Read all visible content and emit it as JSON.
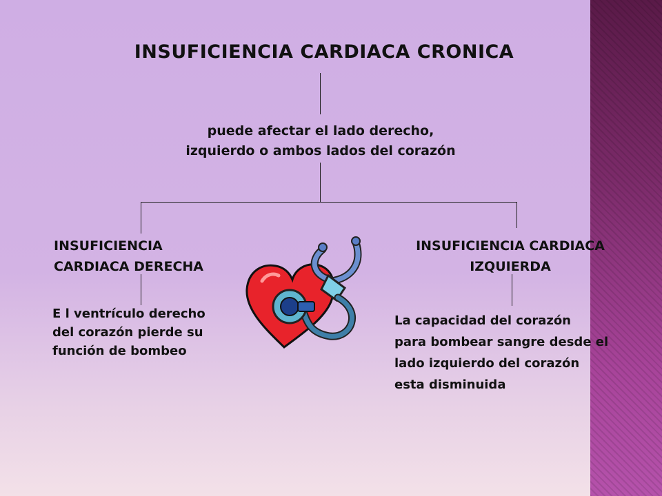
{
  "title": "INSUFICIENCIA CARDIACA CRONICA",
  "middle_node": [
    "puede afectar el lado derecho,",
    "izquierdo o ambos lados del corazón"
  ],
  "left_branch": {
    "heading": [
      "INSUFICIENCIA",
      "CARDIACA DERECHA"
    ],
    "description": [
      "E l ventrículo derecho",
      "del corazón pierde su",
      "función de bombeo"
    ]
  },
  "right_branch": {
    "heading": [
      "INSUFICIENCIA CARDIACA",
      "IZQUIERDA"
    ],
    "description": [
      "La capacidad del corazón",
      "para bombear sangre desde el",
      "lado izquierdo del corazón",
      "esta disminuida"
    ]
  },
  "illustration_icon": "heart-with-stethoscope-icon",
  "colors": {
    "background": "#cfaee4",
    "side_panel": "#8a3478",
    "line": "#222222",
    "heart": "#e8232b"
  }
}
